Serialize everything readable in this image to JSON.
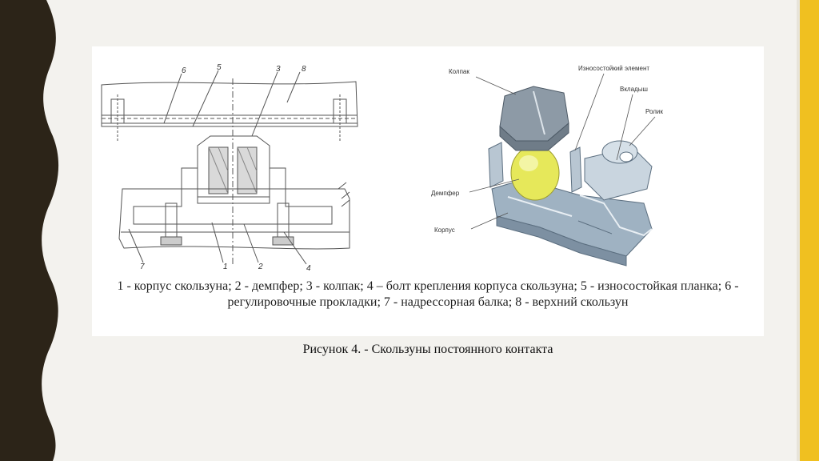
{
  "slide": {
    "colors": {
      "left_border": "#2c2418",
      "right_accent": "#f0c020",
      "background": "#f3f2ee"
    }
  },
  "figure": {
    "numbers": [
      "6",
      "5",
      "3",
      "8",
      "7",
      "1",
      "2",
      "4"
    ],
    "callouts": {
      "cap": "Колпак",
      "wear_element": "Износостойкий элемент",
      "insert": "Вкладыш",
      "roller": "Ролик",
      "damper": "Демпфер",
      "body": "Корпус"
    },
    "legend": "1 - корпус скользуна; 2 - демпфер; 3 - колпак; 4 – болт крепления корпуса скользуна; 5 - износостойкая планка; 6 - регулировочные прокладки; 7 - надрессорная балка; 8 - верхний скользун"
  },
  "caption": "Рисунок 4. - Скользуны постоянного контакта"
}
